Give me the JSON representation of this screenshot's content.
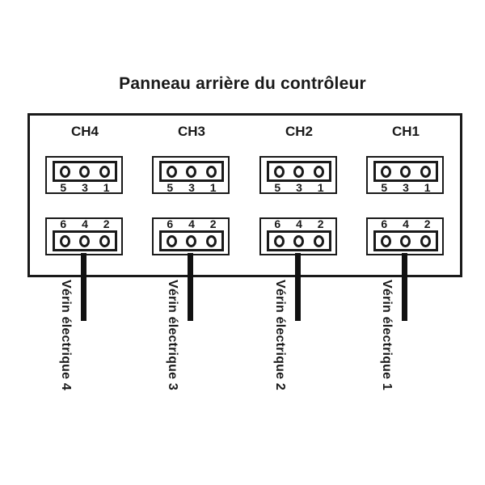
{
  "diagram": {
    "title": "Panneau arrière du contrôleur",
    "type": "wiring-diagram",
    "colors": {
      "ink": "#1a1a1a",
      "cable": "#111111",
      "background": "#ffffff"
    },
    "panel": {
      "label": "controller-rear-panel"
    },
    "channels": [
      {
        "id": "ch4",
        "label": "CH4",
        "connectors": [
          {
            "position": "top",
            "pins": [
              "5",
              "3",
              "1"
            ],
            "numbers_side": "below"
          },
          {
            "position": "bottom",
            "pins": [
              "6",
              "4",
              "2"
            ],
            "numbers_side": "above"
          }
        ],
        "cable_label": "Vérin électrique 4"
      },
      {
        "id": "ch3",
        "label": "CH3",
        "connectors": [
          {
            "position": "top",
            "pins": [
              "5",
              "3",
              "1"
            ],
            "numbers_side": "below"
          },
          {
            "position": "bottom",
            "pins": [
              "6",
              "4",
              "2"
            ],
            "numbers_side": "above"
          }
        ],
        "cable_label": "Vérin électrique 3"
      },
      {
        "id": "ch2",
        "label": "CH2",
        "connectors": [
          {
            "position": "top",
            "pins": [
              "5",
              "3",
              "1"
            ],
            "numbers_side": "below"
          },
          {
            "position": "bottom",
            "pins": [
              "6",
              "4",
              "2"
            ],
            "numbers_side": "above"
          }
        ],
        "cable_label": "Vérin électrique 2"
      },
      {
        "id": "ch1",
        "label": "CH1",
        "connectors": [
          {
            "position": "top",
            "pins": [
              "5",
              "3",
              "1"
            ],
            "numbers_side": "below"
          },
          {
            "position": "bottom",
            "pins": [
              "6",
              "4",
              "2"
            ],
            "numbers_side": "above"
          }
        ],
        "cable_label": "Vérin électrique 1"
      }
    ]
  }
}
